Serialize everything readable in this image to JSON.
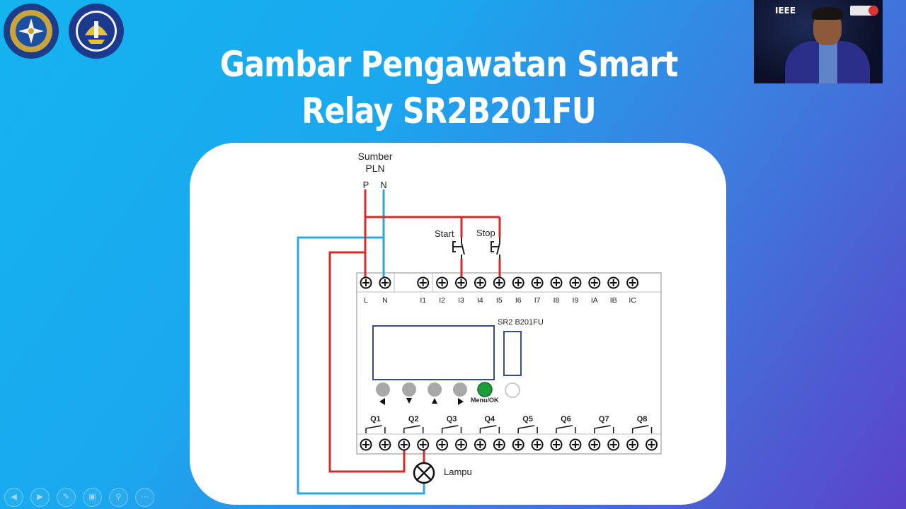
{
  "slide": {
    "title_line1": "Gambar Pengawatan Smart",
    "title_line2": "Relay SR2B201FU"
  },
  "logos": [
    {
      "name": "school-emblem-logo"
    },
    {
      "name": "universitas-negeri-yogyakarta-logo"
    }
  ],
  "webcam": {
    "overlay_text": "IEEE"
  },
  "diagram": {
    "power_source_line1": "Sumber",
    "power_source_line2": "PLN",
    "phase_label": "P",
    "neutral_label": "N",
    "switch_start_label": "Start",
    "switch_stop_label": "Stop",
    "device_model": "SR2 B201FU",
    "menu_button_label": "Menu/OK",
    "lamp_label": "Lampu",
    "input_terminals": [
      "L",
      "N",
      "",
      "I1",
      "I2",
      "I3",
      "I4",
      "I5",
      "I6",
      "I7",
      "I8",
      "I9",
      "IA",
      "IB",
      "IC"
    ],
    "output_labels": [
      "Q1",
      "Q2",
      "Q3",
      "Q4",
      "Q5",
      "Q6",
      "Q7",
      "Q8"
    ],
    "colors": {
      "phase_wire": "#d42a2a",
      "neutral_wire": "#2ba7dd",
      "ok_button": "#1f9d3a",
      "outline": "#3b4d7a"
    }
  },
  "toolbar": {
    "buttons": [
      "previous-icon",
      "next-icon",
      "pen-icon",
      "slides-icon",
      "zoom-icon",
      "more-icon"
    ]
  }
}
